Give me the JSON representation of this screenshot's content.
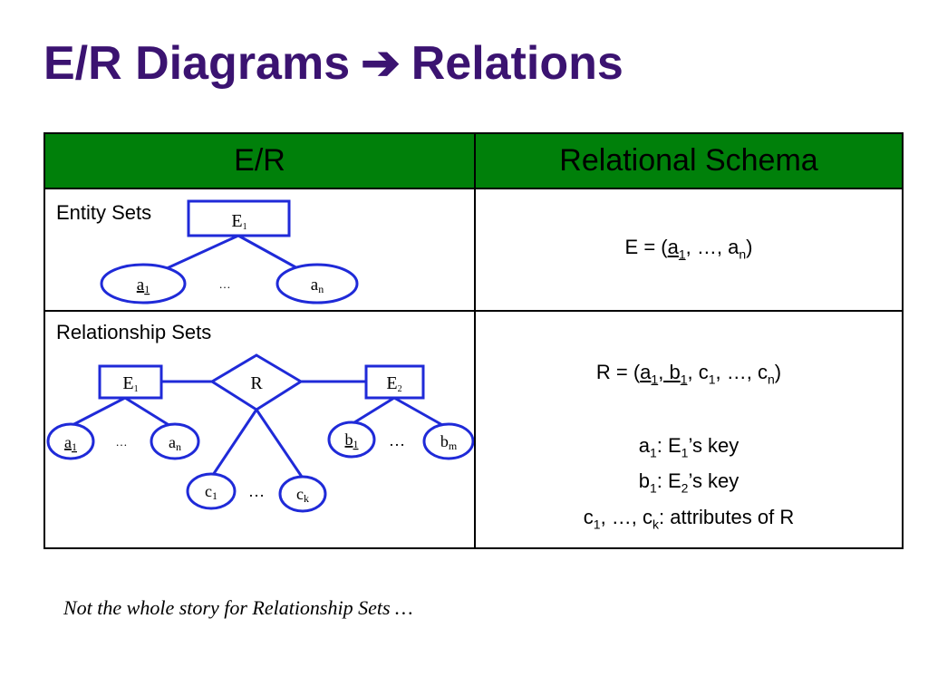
{
  "title": {
    "left": "E/R Diagrams",
    "arrow": "➔",
    "right": "Relations"
  },
  "table": {
    "headers": [
      "E/R",
      "Relational Schema"
    ],
    "rows": [
      {
        "label": "Entity Sets",
        "diagram": {
          "entity": "E",
          "entity_sub": "1",
          "attr_first": "a",
          "attr_first_sub": "1",
          "ellipsis": "…",
          "attr_last": "a",
          "attr_last_sub": "n"
        },
        "schema": {
          "lhs": "E = (",
          "k": "a",
          "k_sub": "1",
          "mid": ", …, a",
          "end_sub": "n",
          "close": ")"
        }
      },
      {
        "label": "Relationship Sets",
        "diagram": {
          "e1": "E",
          "e1_sub": "1",
          "rel": "R",
          "e2": "E",
          "e2_sub": "2",
          "a_first": "a",
          "a_first_sub": "1",
          "a_ellipsis": "…",
          "a_last": "a",
          "a_last_sub": "n",
          "b_first": "b",
          "b_first_sub": "1",
          "b_ellipsis": "…",
          "b_last": "b",
          "b_last_sub": "m",
          "c_first": "c",
          "c_first_sub": "1",
          "c_ellipsis": "…",
          "c_last": "c",
          "c_last_sub": "k"
        },
        "schema": {
          "line1": {
            "lhs": "R = (",
            "a": "a",
            "a_sub": "1",
            "comma": ", ",
            "b": "b",
            "b_sub": "1",
            "rest": ", c",
            "c_sub": "1",
            "mid": ", …, c",
            "n_sub": "n",
            "close": ")"
          },
          "line2": {
            "a": "a",
            "a_sub": "1",
            "text": ": E",
            "e_sub": "1",
            "tail": "’s key"
          },
          "line3": {
            "b": "b",
            "b_sub": "1",
            "text": ": E",
            "e_sub": "2",
            "tail": "’s key"
          },
          "line4": {
            "c": "c",
            "c_sub": "1",
            "mid": ", …, c",
            "k_sub": "k",
            "tail": ": attributes of R"
          }
        }
      }
    ]
  },
  "footer": "Not the whole story for Relationship Sets …",
  "colors": {
    "title": "#3b1371",
    "header_bg": "#00800a",
    "diagram_blue": "#1f2ad8"
  }
}
